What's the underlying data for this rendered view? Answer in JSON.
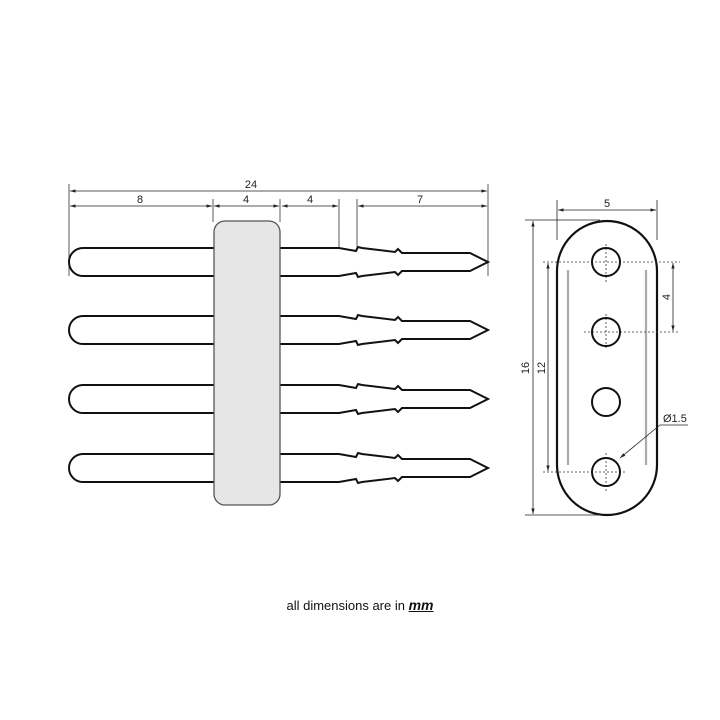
{
  "side_view": {
    "dimensions": {
      "overall": "24",
      "pin_back": "8",
      "body": "4",
      "pin_mid": "4",
      "pin_tip": "7"
    },
    "pin_count": 4,
    "body_fill": "#e6e6e6"
  },
  "end_view": {
    "dimensions": {
      "width": "5",
      "height": "16",
      "hole_span": "12",
      "pitch": "4",
      "hole_diameter": "Ø1.5"
    },
    "hole_count": 4
  },
  "caption": {
    "text": "all dimensions are in",
    "unit": "mm"
  }
}
